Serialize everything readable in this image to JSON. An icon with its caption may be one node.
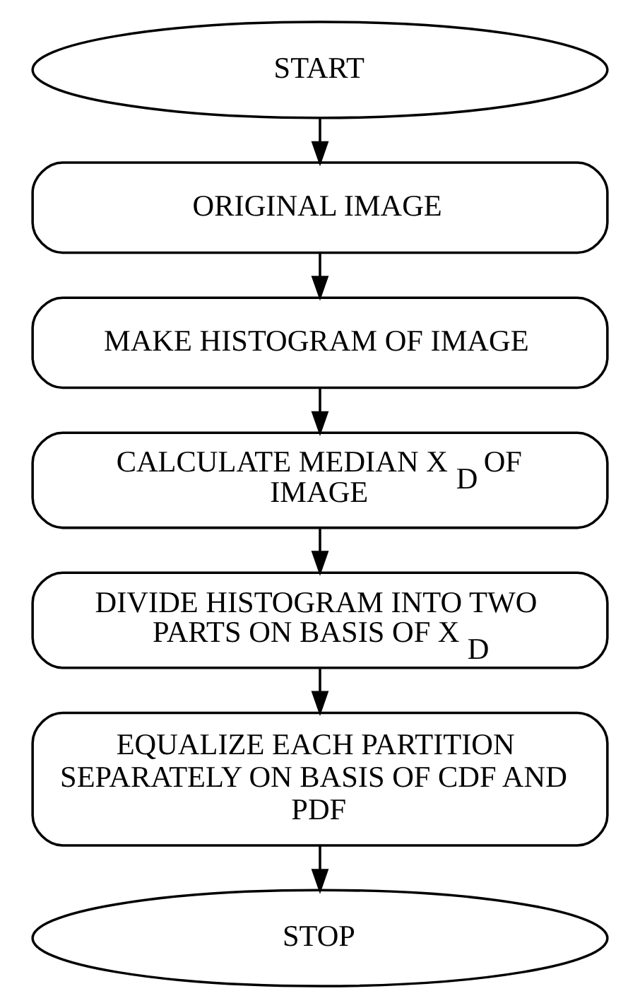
{
  "diagram": {
    "nodes": [
      {
        "text": [
          "START"
        ]
      },
      {
        "text": [
          "ORIGINAL IMAGE"
        ]
      },
      {
        "text": [
          "MAKE HISTOGRAM OF IMAGE"
        ]
      },
      {
        "text": [
          "CALCULATE MEDIAN X$_{D}$ OF IMAGE"
        ]
      },
      {
        "text": [
          "DIVIDE HISTOGRAM INTO TWO PARTS ON BASIS OF X$_{D}$"
        ]
      },
      {
        "text": [
          "EQUALIZE EACH PARTITION SEPARATELY ON BASIS OF CDF AND PDF"
        ]
      },
      {
        "text": [
          "STOP"
        ]
      }
    ],
    "edges": [
      {
        "from": 0,
        "to": 1,
        "arrow": "to"
      },
      {
        "from": 1,
        "to": 2,
        "arrow": "to"
      },
      {
        "from": 2,
        "to": 3,
        "arrow": "to"
      },
      {
        "from": 3,
        "to": 4,
        "arrow": "to"
      },
      {
        "from": 4,
        "to": 5,
        "arrow": "to"
      },
      {
        "from": 5,
        "to": 6,
        "arrow": "to"
      }
    ]
  }
}
